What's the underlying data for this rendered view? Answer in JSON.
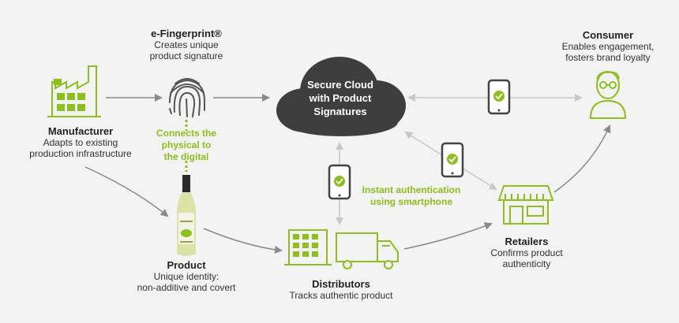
{
  "colors": {
    "accent": "#8cbf1f",
    "cloud": "#3e3e3e",
    "arrow": "#8a8a8a",
    "light_arrow": "#c8c8c8"
  },
  "fingerprint": {
    "title": "e-Fingerprint®",
    "lines": [
      "Creates unique",
      "product signature"
    ]
  },
  "manufacturer": {
    "title": "Manufacturer",
    "lines": [
      "Adapts to existing",
      "production infrastructure"
    ]
  },
  "connects": {
    "lines": [
      "Connects the",
      "physical to",
      "the digital"
    ]
  },
  "cloud": {
    "lines": [
      "Secure Cloud",
      "with Product",
      "Signatures"
    ]
  },
  "consumer": {
    "title": "Consumer",
    "lines": [
      "Enables engagement,",
      "fosters brand loyalty"
    ]
  },
  "instant": {
    "lines": [
      "Instant authentication",
      "using smartphone"
    ]
  },
  "product": {
    "title": "Product",
    "lines": [
      "Unique identity:",
      "non-additive and covert"
    ]
  },
  "distributors": {
    "title": "Distributors",
    "lines": [
      "Tracks authentic product"
    ]
  },
  "retailers": {
    "title": "Retailers",
    "lines": [
      "Confirms product",
      "authenticity"
    ]
  },
  "icons": [
    "factory-icon",
    "fingerprint-icon",
    "cloud-icon",
    "smartphone-icon",
    "person-icon",
    "wine-bottle-icon",
    "building-icon",
    "truck-icon",
    "store-icon"
  ]
}
